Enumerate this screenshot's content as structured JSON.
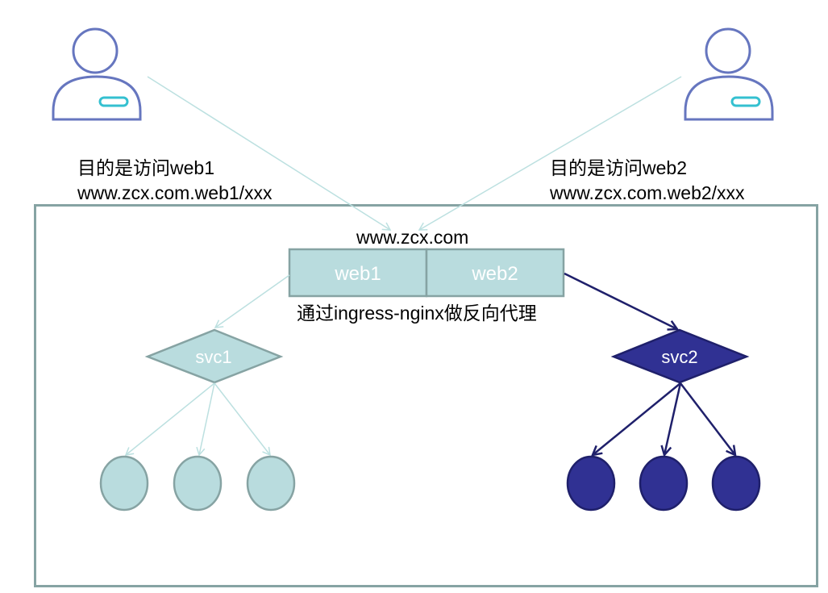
{
  "colors": {
    "light_fill": "#B9DCDE",
    "light_stroke": "#86A3A3",
    "light_arrow": "#BCE0E0",
    "dark_fill": "#303193",
    "dark_stroke": "#1F206B",
    "user_stroke": "#6676BF",
    "user_badge": "#34C0D0",
    "cluster_border": "#86A3A3"
  },
  "users": [
    {
      "icon": "user-icon",
      "purpose": "目的是访问web1",
      "url": "www.zcx.com.web1/xxx"
    },
    {
      "icon": "user-icon",
      "purpose": "目的是访问web2",
      "url": "www.zcx.com.web2/xxx"
    }
  ],
  "ingress": {
    "host": "www.zcx.com",
    "paths": [
      "web1",
      "web2"
    ],
    "note": "通过ingress-nginx做反向代理"
  },
  "services": [
    {
      "label": "svc1",
      "pods": 3,
      "style": "light"
    },
    {
      "label": "svc2",
      "pods": 3,
      "style": "dark"
    }
  ]
}
